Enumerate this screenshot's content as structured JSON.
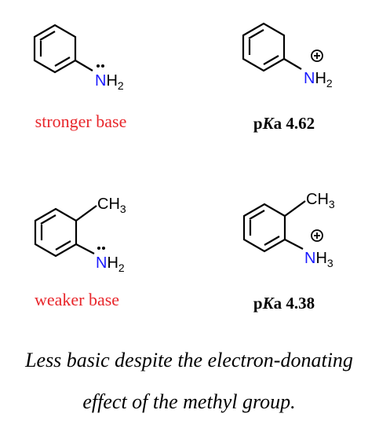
{
  "molecules": [
    {
      "name": "aniline",
      "amine_label": "N",
      "amine_sub": "H",
      "amine_sub_num": "2",
      "caption": "stronger base",
      "caption_color": "#e8262b"
    },
    {
      "name": "anilinium",
      "amine_label": "N",
      "amine_sub": "H",
      "amine_sub_num": "2",
      "charge": "+",
      "caption_prefix": "p",
      "caption_italic": "K",
      "caption_rest": "a 4.62"
    },
    {
      "name": "o-toluidine",
      "methyl": "CH",
      "methyl_num": "3",
      "amine_label": "N",
      "amine_sub": "H",
      "amine_sub_num": "2",
      "caption": "weaker base",
      "caption_color": "#e8262b"
    },
    {
      "name": "o-toluidinium",
      "methyl": "CH",
      "methyl_num": "3",
      "amine_label": "N",
      "amine_sub": "H",
      "amine_sub_num": "3",
      "charge": "+",
      "caption_prefix": "p",
      "caption_italic": "K",
      "caption_rest": "a 4.38"
    }
  ],
  "note": {
    "line1": "Less basic despite the electron-donating",
    "line2": "effect of the methyl group."
  },
  "colors": {
    "nitrogen": "#1a1aff",
    "red_caption": "#e8262b",
    "bond": "#000000"
  }
}
